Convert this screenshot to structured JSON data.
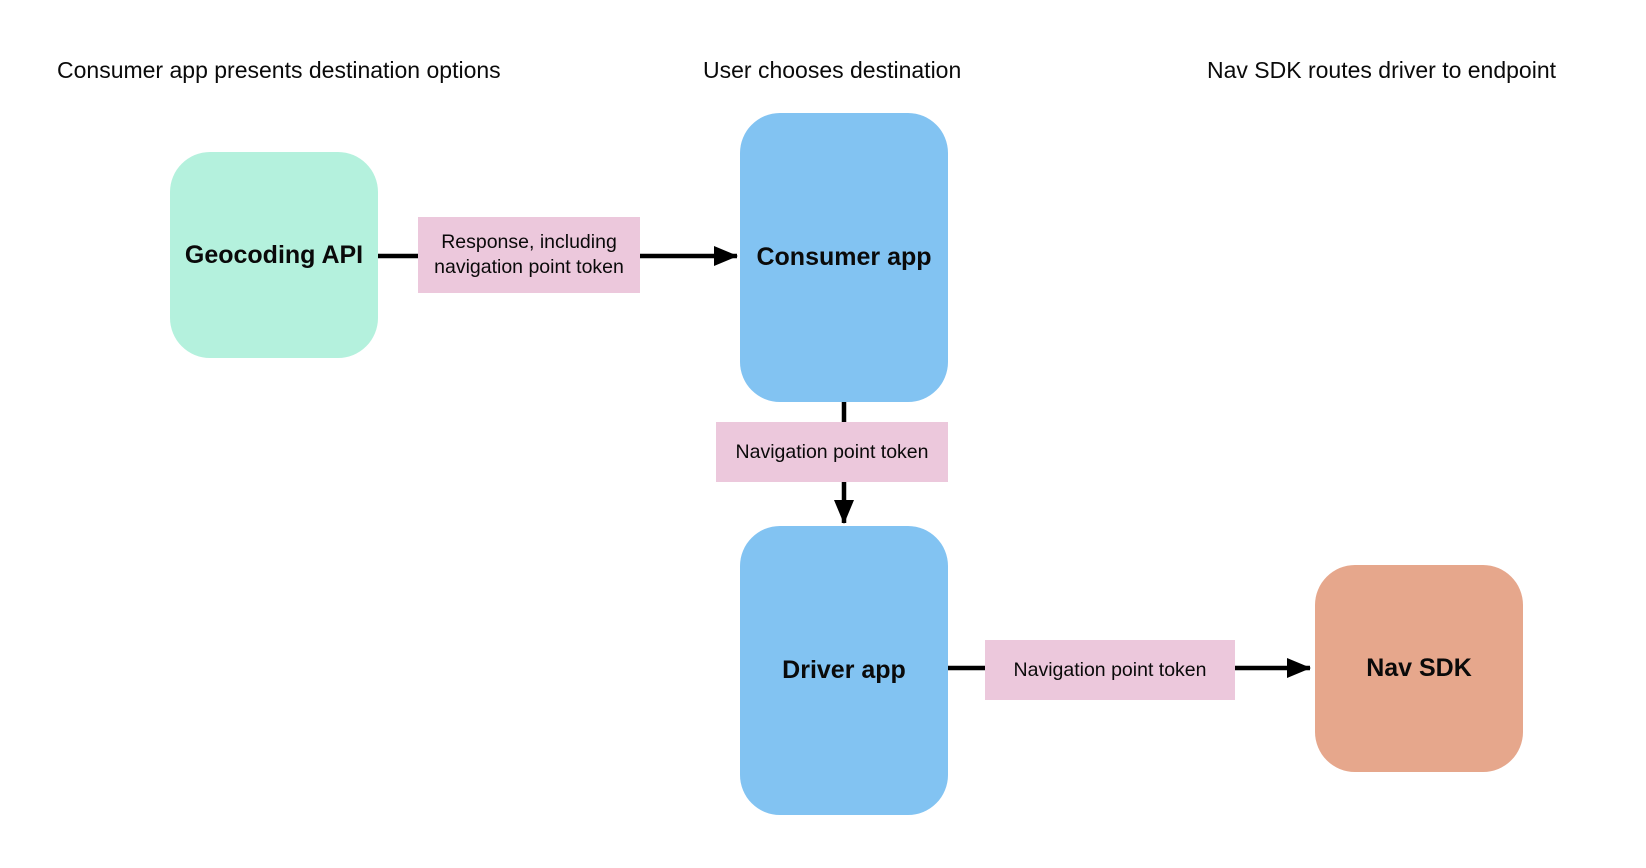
{
  "page": {
    "background": "#ffffff",
    "text_color": "#0a0a0a",
    "arrow_color": "#000000"
  },
  "headers": [
    {
      "label": "Consumer app presents destination options"
    },
    {
      "label": "User chooses destination"
    },
    {
      "label": "Nav SDK routes driver to endpoint"
    }
  ],
  "nodes": {
    "geocoding_api": {
      "label": "Geocoding API",
      "color": "#b4f1dd"
    },
    "consumer_app": {
      "label": "Consumer app",
      "color": "#82c3f2"
    },
    "driver_app": {
      "label": "Driver app",
      "color": "#82c3f2"
    },
    "nav_sdk": {
      "label": "Nav SDK",
      "color": "#e6a78c"
    }
  },
  "edges": {
    "geocoding_to_consumer": {
      "from": "Geocoding API",
      "to": "Consumer app",
      "direction": "right",
      "label": "Response, including navigation point token",
      "label_color": "#ecc8dc"
    },
    "consumer_to_driver": {
      "from": "Consumer app",
      "to": "Driver app",
      "direction": "down",
      "label": "Navigation point token",
      "label_color": "#ecc8dc"
    },
    "driver_to_nav_sdk": {
      "from": "Driver app",
      "to": "Nav SDK",
      "direction": "right",
      "label": "Navigation point token",
      "label_color": "#ecc8dc"
    }
  }
}
